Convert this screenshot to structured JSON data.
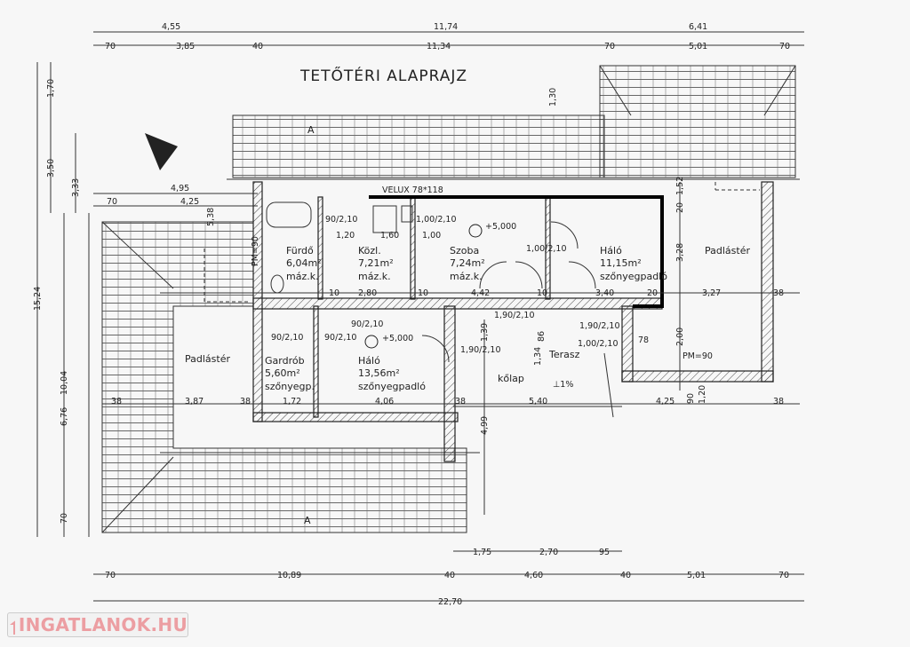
{
  "title": "TETŐTÉRI ALAPRAJZ",
  "watermark": "INGATLANOK.HU",
  "rooms": {
    "furdo": {
      "name": "Fürdő",
      "area": "6,04m²",
      "floor": "máz.k."
    },
    "kozl": {
      "name": "Közl.",
      "area": "7,21m²",
      "floor": "máz.k."
    },
    "szoba": {
      "name": "Szoba",
      "area": "7,24m²",
      "floor": "máz.k."
    },
    "halo1": {
      "name": "Háló",
      "area": "11,15m²",
      "floor": "szőnyegpadló"
    },
    "padlaster_right": {
      "name": "Padlástér"
    },
    "padlaster_left": {
      "name": "Padlástér"
    },
    "gardrob": {
      "name": "Gardrób",
      "area": "5,60m²",
      "floor": "szőnyegp."
    },
    "halo2": {
      "name": "Háló",
      "area": "13,56m²",
      "floor": "szőnyegpadló"
    },
    "terasz": {
      "name": "Terasz",
      "floor": "kőlap",
      "slope": "⊥1%"
    }
  },
  "levels": [
    "+5,000",
    "+5,000"
  ],
  "velux": "VELUX 78*118",
  "pm": [
    "PM=90",
    "PM=90"
  ],
  "section_marks": [
    "A",
    "A"
  ],
  "doors": [
    "90/2,10",
    "1,00/2,10",
    "1,00/2,10",
    "90/2,10",
    "90/2,10",
    "90/2,10",
    "1,90/2,10",
    "1,90/2,10",
    "1,90/2,10",
    "1,00/2,10"
  ],
  "dims_top_1": [
    "4,55",
    "11,74",
    "6,41"
  ],
  "dims_top_2": [
    "70",
    "3,85",
    "40",
    "11,34",
    "70",
    "5,01",
    "70"
  ],
  "dims_bottom_1": [
    "70",
    "10,89",
    "40",
    "4,60",
    "40",
    "5,01",
    "70"
  ],
  "dims_bottom_total": "22,70",
  "dims_bottom_terrace": [
    "1,75",
    "2,70",
    "95"
  ],
  "dims_left": [
    "1,70",
    "3,50",
    "3,33",
    "15,24",
    "10,04",
    "6,76",
    "70",
    "4,95",
    "4,25",
    "70",
    "5,38"
  ],
  "dims_inner": [
    "1,20",
    "1,60",
    "1,00",
    "2,80",
    "4,42",
    "3,40",
    "20",
    "3,27",
    "38",
    "3,28",
    "1,52",
    "20",
    "3,87",
    "1,72",
    "4,06",
    "5,40",
    "4,25",
    "38",
    "1,39",
    "86",
    "1,34",
    "4,99",
    "2,00",
    "78",
    "1,30",
    "90",
    "1,20",
    "10",
    "10",
    "10",
    "38",
    "38",
    "38"
  ],
  "colors": {
    "line": "#222222",
    "watermark": "#ec9ea2",
    "background": "#f7f7f7"
  }
}
